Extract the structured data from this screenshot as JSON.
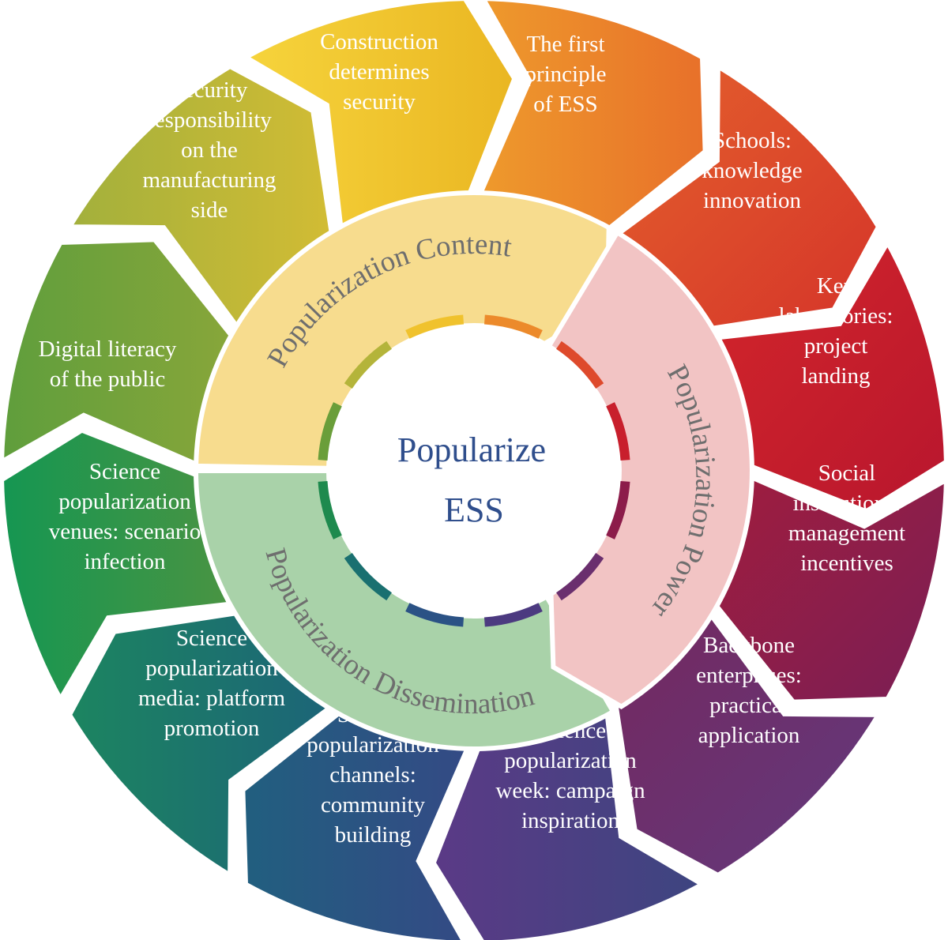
{
  "center": {
    "line1": "Popularize",
    "line2": "ESS"
  },
  "ring": {
    "content": "Popularization Content",
    "power": "Popularization Power",
    "dissemination": "Popularization Dissemination"
  },
  "colors": {
    "ring_content": "#f7dc8e",
    "ring_power": "#f2c4c4",
    "ring_dissemination": "#a9d2a9",
    "center_text": "#2f4e8c",
    "ring_text": "#6e6e6e"
  },
  "segments": [
    {
      "id": "construction",
      "lines": [
        "Construction",
        "determines",
        "security"
      ],
      "color": "#f0c22d"
    },
    {
      "id": "first-principle",
      "lines": [
        "The first",
        "principle",
        "of ESS"
      ],
      "color": "#ec8a2b"
    },
    {
      "id": "schools",
      "lines": [
        "Schools:",
        "knowledge",
        "innovation"
      ],
      "color": "#de4a2c"
    },
    {
      "id": "key-laboratories",
      "lines": [
        "Key",
        "laboratories:",
        "project",
        "landing"
      ],
      "color": "#c81f2c"
    },
    {
      "id": "social-institutions",
      "lines": [
        "Social",
        "institutions:",
        "management",
        "incentives"
      ],
      "color": "#8c1c4a"
    },
    {
      "id": "backbone-enterprises",
      "lines": [
        "Backbone",
        "enterprises:",
        "practical",
        "application"
      ],
      "color": "#6a2f6e"
    },
    {
      "id": "popularization-week",
      "lines": [
        "Science",
        "popularization",
        "week: campaign",
        "inspiration"
      ],
      "color": "#4c3a80"
    },
    {
      "id": "popularization-channels",
      "lines": [
        "Science",
        "popularization",
        "channels:",
        "community",
        "building"
      ],
      "color": "#2b5285"
    },
    {
      "id": "popularization-media",
      "lines": [
        "Science",
        "popularization",
        "media: platform",
        "promotion"
      ],
      "color": "#1a7070"
    },
    {
      "id": "popularization-venues",
      "lines": [
        "Science",
        "popularization",
        "venues: scenario",
        "infection"
      ],
      "color": "#1e8a4e"
    },
    {
      "id": "digital-literacy",
      "lines": [
        "Digital literacy",
        "of the public"
      ],
      "color": "#6a9e3a"
    },
    {
      "id": "security-responsibility",
      "lines": [
        "Security",
        "responsibility",
        "on the",
        "manufacturing",
        "side"
      ],
      "color": "#b4b43a"
    }
  ]
}
